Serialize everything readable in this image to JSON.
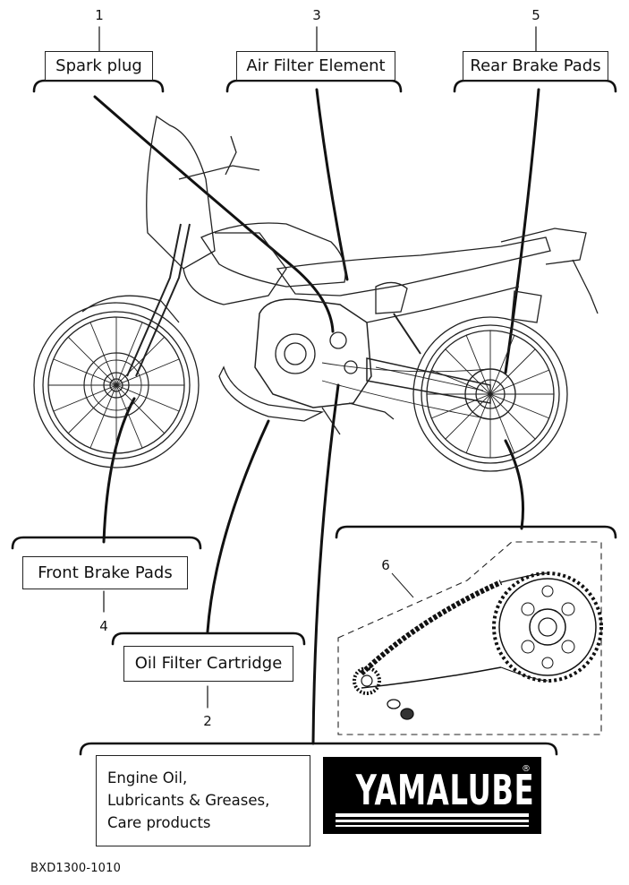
{
  "callouts": [
    {
      "number": "1",
      "label": "Spark plug"
    },
    {
      "number": "3",
      "label": "Air Filter Element"
    },
    {
      "number": "5",
      "label": "Rear Brake Pads"
    },
    {
      "number": "4",
      "label": "Front Brake Pads"
    },
    {
      "number": "2",
      "label": "Oil Filter Cartridge"
    },
    {
      "number": "6",
      "label": ""
    }
  ],
  "yamalube_panel": {
    "lines": [
      "Engine Oil,",
      "Lubricants & Greases,",
      "Care products"
    ],
    "logo_text": "YAMALUBE",
    "registered_mark": "®"
  },
  "footer": {
    "code": "BXD1300-1010"
  },
  "icons": [
    "motorcycle-illustration",
    "drive-chain-kit-illustration",
    "yamalube-logo"
  ]
}
